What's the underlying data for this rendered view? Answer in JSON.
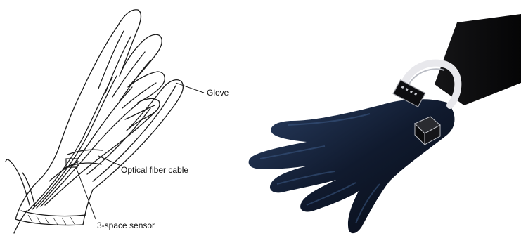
{
  "illustration": {
    "labels": {
      "glove": "Glove",
      "optical_fiber_cable": "Optical fiber cable",
      "three_space_sensor": "3-space sensor"
    }
  },
  "colors": {
    "line_art": "#1a1a1a",
    "glove_fabric": "#101a2e",
    "glove_highlight": "#3c5a86",
    "sensor_box": "#0b0b0d",
    "cable": "#e8e8ec"
  }
}
